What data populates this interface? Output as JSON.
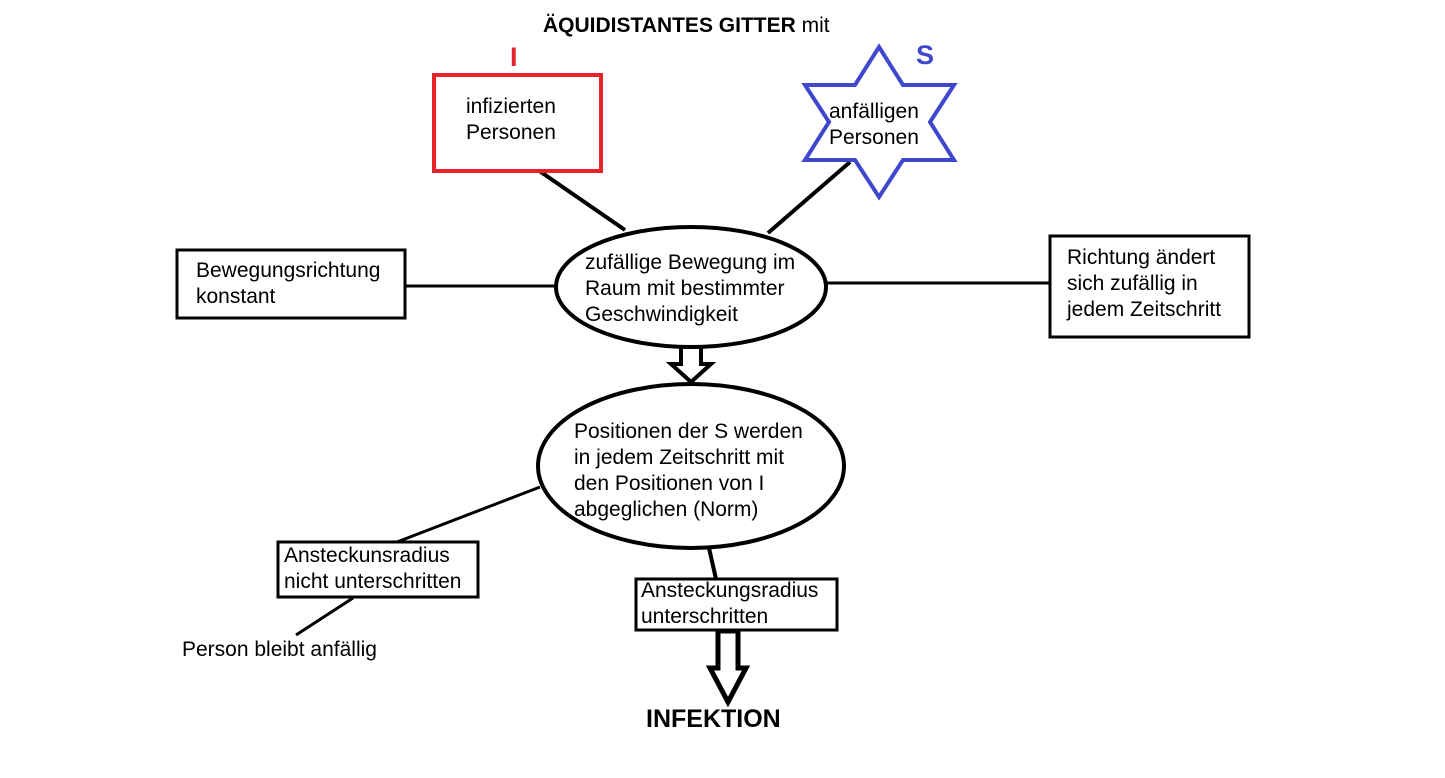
{
  "title": {
    "bold": "ÄQUIDISTANTES GITTER",
    "rest": " mit"
  },
  "colors": {
    "infected": "#e8222a",
    "susceptible": "#3f48cc",
    "stroke": "#000000"
  },
  "infected": {
    "marker": "I",
    "text": "infizierten\nPersonen",
    "shape": "rectangle"
  },
  "susceptible": {
    "marker": "S",
    "text": "anfälligen\nPersonen",
    "shape": "six-point-star"
  },
  "movement": {
    "text": "zufällige Bewegung im\nRaum mit bestimmter\nGeschwindigkeit",
    "shape": "ellipse"
  },
  "option_left": {
    "text": "Bewegungsrichtung\nkonstant"
  },
  "option_right": {
    "text": "Richtung ändert\nsich zufällig in\njedem Zeitschritt"
  },
  "comparison": {
    "text": "Positionen der S werden\nin jedem Zeitschritt mit\nden Positionen von I\nabgeglichen (Norm)",
    "shape": "ellipse"
  },
  "not_below": {
    "text": "Ansteckunsradius\nnicht unterschritten"
  },
  "stays": {
    "text": "Person bleibt anfällig"
  },
  "below": {
    "text": "Ansteckungsradius\nunterschritten"
  },
  "result": {
    "text": "INFEKTION"
  }
}
